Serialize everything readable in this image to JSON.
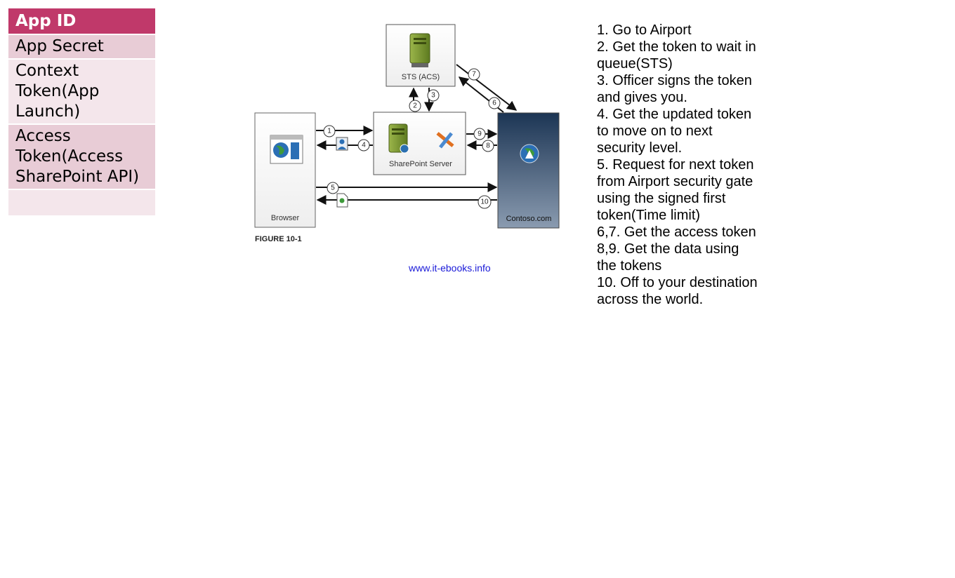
{
  "terms": [
    {
      "label": "App ID",
      "style": "active"
    },
    {
      "label": "App Secret",
      "style": "dark"
    },
    {
      "label": "Context Token(App Launch)",
      "style": "light"
    },
    {
      "label": "Access Token(Access SharePoint API)",
      "style": "dark"
    },
    {
      "label": "",
      "style": "light"
    }
  ],
  "diagram": {
    "sts_label": "STS (ACS)",
    "sharepoint_label": "SharePoint Server",
    "browser_label": "Browser",
    "contoso_label": "Contoso.com",
    "caption": "FIGURE 10-1",
    "step_numbers": [
      "1",
      "2",
      "3",
      "4",
      "5",
      "6",
      "7",
      "8",
      "9",
      "10"
    ]
  },
  "source_link": "www.it-ebooks.info",
  "steps": [
    "1. Go to Airport",
    "2. Get the token to wait in queue(STS)",
    "3. Officer signs the token and gives you.",
    "4. Get the updated token to move on to next security level.",
    "5. Request for next token from Airport security gate using the signed first token(Time limit)",
    "6,7. Get the access token",
    "8,9. Get the data using the tokens",
    "10. Off to your destination across the world."
  ],
  "colors": {
    "active_term": "#c0396a",
    "dark_term": "#e8ccd6",
    "light_term": "#f4e6eb",
    "contoso_top": "#1c3554",
    "contoso_bottom": "#8a9bb0",
    "link": "#1a1ad8"
  }
}
